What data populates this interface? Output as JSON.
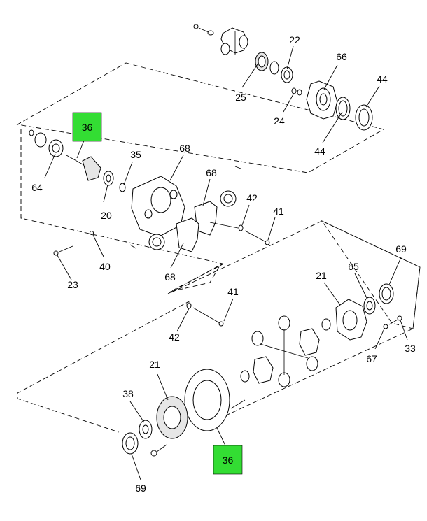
{
  "highlight_color": "#33dd33",
  "callouts_highlighted": [
    {
      "id": "callout-36-pinion",
      "text": "36"
    },
    {
      "id": "callout-36-ring-gear",
      "text": "36"
    }
  ],
  "callouts": {
    "c22": "22",
    "c66": "66",
    "c44a": "44",
    "c25": "25",
    "c24": "24",
    "c44b": "44",
    "c64": "64",
    "c35": "35",
    "c68a": "68",
    "c68b": "68",
    "c42a": "42",
    "c41a": "41",
    "c20": "20",
    "c40": "40",
    "c23": "23",
    "c68c": "68",
    "c21a": "21",
    "c65": "65",
    "c69a": "69",
    "c41b": "41",
    "c42b": "42",
    "c67": "67",
    "c33": "33",
    "c21b": "21",
    "c38": "38",
    "c69b": "69"
  }
}
